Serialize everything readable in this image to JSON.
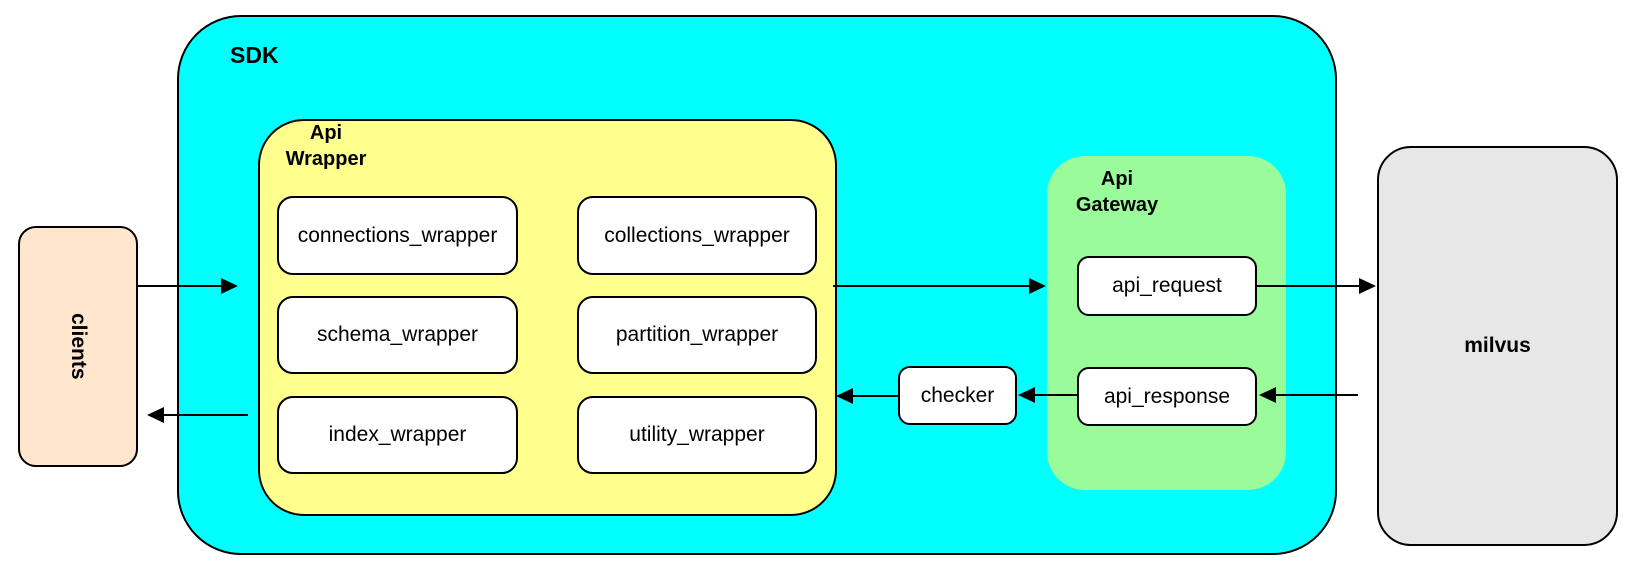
{
  "diagram": {
    "title_hint": "Milvus SDK architecture diagram",
    "colors": {
      "sdk_fill": "#00FFFF",
      "api_wrapper_fill": "#FFFF8E",
      "api_gateway_fill": "#99FB99",
      "clients_fill": "#FFE6CC",
      "milvus_fill": "#E7E7E7",
      "box_fill": "#FFFFFF",
      "border": "#000000"
    },
    "nodes": {
      "sdk_label": "SDK",
      "api_wrapper": {
        "line1": "Api",
        "line2": "Wrapper"
      },
      "api_gateway": {
        "line1": "Api",
        "line2": "Gateway"
      },
      "clients_label": "clients",
      "milvus_label": "milvus",
      "checker_label": "checker",
      "api_request_label": "api_request",
      "api_response_label": "api_response",
      "wrappers": [
        "connections_wrapper",
        "collections_wrapper",
        "schema_wrapper",
        "partition_wrapper",
        "index_wrapper",
        "utility_wrapper"
      ]
    },
    "edges": [
      {
        "from": "clients",
        "to": "SDK"
      },
      {
        "from": "SDK",
        "to": "clients"
      },
      {
        "from": "Api Wrapper",
        "to": "Api Gateway"
      },
      {
        "from": "api_request",
        "to": "milvus"
      },
      {
        "from": "milvus",
        "to": "api_response"
      },
      {
        "from": "api_response",
        "to": "checker"
      },
      {
        "from": "checker",
        "to": "Api Wrapper"
      }
    ]
  }
}
